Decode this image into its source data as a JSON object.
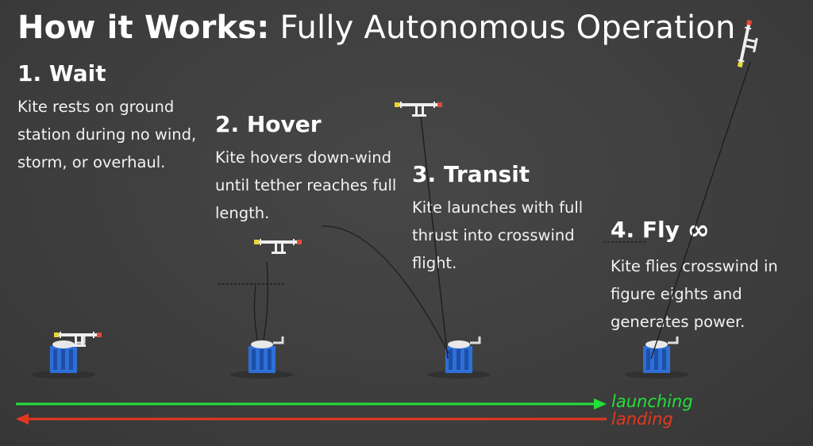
{
  "title": {
    "bold": "How it Works:",
    "rest": "Fully Autonomous Operation"
  },
  "steps": [
    {
      "heading": "1. Wait",
      "text": "Kite rests on ground station during no wind, storm, or overhaul."
    },
    {
      "heading": "2. Hover",
      "text": "Kite hovers down-wind until tether reaches full length."
    },
    {
      "heading": "3. Transit",
      "text": "Kite launches with full thrust into crosswind flight."
    },
    {
      "heading": "4. Fly",
      "symbol": "∞",
      "text": "Kite flies crosswind in figure eights and generates power."
    }
  ],
  "legend": {
    "launching": "launching",
    "landing": "landing"
  },
  "colors": {
    "launching": "#22e03a",
    "landing": "#e4381e",
    "station": "#2f6fd6"
  }
}
